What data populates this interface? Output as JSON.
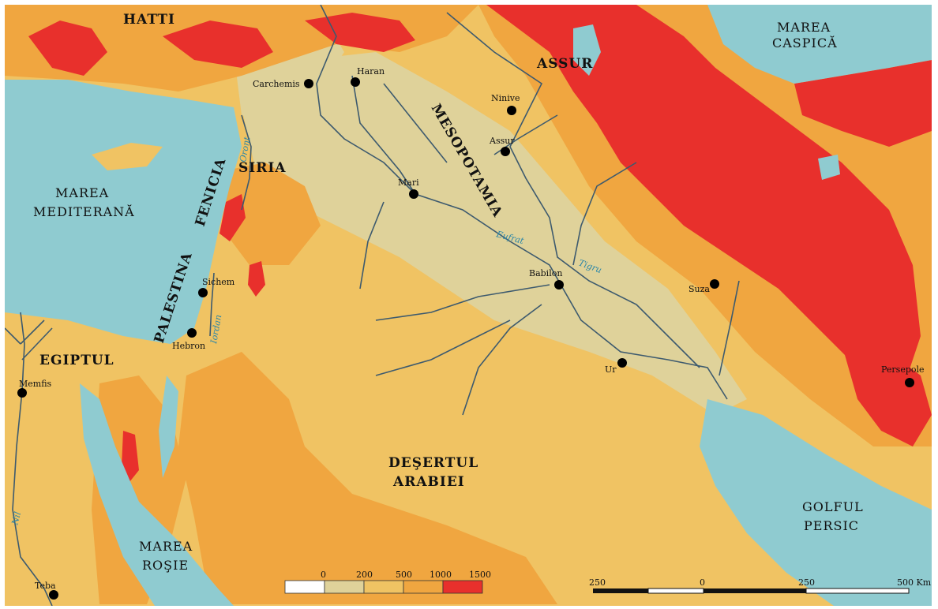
{
  "regions": {
    "hatti": "HATTI",
    "assur": "ASSUR",
    "siria": "SIRIA",
    "fenicia": "FENICIA",
    "palestina": "PALESTINA",
    "mesopotamia": "MESOPOTAMIA",
    "egiptul": "EGIPTUL",
    "desert_line1": "DEŞERTUL",
    "desert_line2": "ARABIEI"
  },
  "seas": {
    "caspica_line1": "MAREA",
    "caspica_line2": "CASPICĂ",
    "med_line1": "MAREA",
    "med_line2": "MEDITERANĂ",
    "rosie_line1": "MAREA",
    "rosie_line2": "ROŞIE",
    "persic_line1": "GOLFUL",
    "persic_line2": "PERSIC"
  },
  "cities": [
    {
      "name": "Carchemis"
    },
    {
      "name": "Haran"
    },
    {
      "name": "Ninive"
    },
    {
      "name": "Assur"
    },
    {
      "name": "Mari"
    },
    {
      "name": "Babilon"
    },
    {
      "name": "Suza"
    },
    {
      "name": "Sichem"
    },
    {
      "name": "Hebron"
    },
    {
      "name": "Ur"
    },
    {
      "name": "Memfis"
    },
    {
      "name": "Persepole"
    },
    {
      "name": "Teba"
    }
  ],
  "rivers": {
    "orontes": "Oront",
    "iordan": "Iordan",
    "eufrat": "Eufrat",
    "tigru": "Tigru",
    "nil": "Nil"
  },
  "elevation_legend": {
    "ticks": [
      "0",
      "200",
      "500",
      "1000",
      "1500"
    ],
    "colors": [
      "#ffffff",
      "#dfd29a",
      "#f0c363",
      "#f0a640",
      "#e8302c"
    ]
  },
  "scale_bar": {
    "ticks": [
      "250",
      "0",
      "250",
      "500 Km"
    ]
  },
  "colors": {
    "sea": "#8fcbd0",
    "low": "#dfd29a",
    "mid": "#f0c363",
    "high": "#f0a640",
    "peak": "#e8302c",
    "river": "#3d5a6e"
  }
}
